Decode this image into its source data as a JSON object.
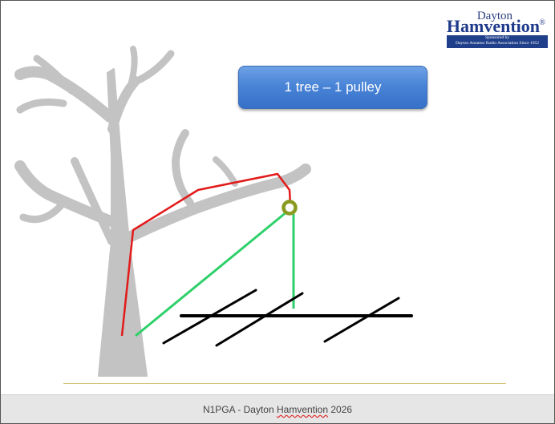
{
  "title": "1 tree – 1 pulley",
  "logo": {
    "top_text": "Dayton",
    "main_text": "Hamvention",
    "reg_mark": "®",
    "band_line1": "Sponsored by",
    "band_line2": "Dayton Amateur Radio Association Since 1952"
  },
  "footer": {
    "prefix": "N1PGA - Dayton ",
    "underlined": "Hamvention",
    "suffix": " 2026"
  },
  "colors": {
    "tree": "#c3c3c3",
    "rope_red": "#e21a1a",
    "rope_green": "#2ed06a",
    "pulley": "#8a9a1e",
    "ground": "#000000",
    "title_box": "#4a84d7"
  },
  "icons": [
    "tree-illustration",
    "pulley-icon"
  ]
}
